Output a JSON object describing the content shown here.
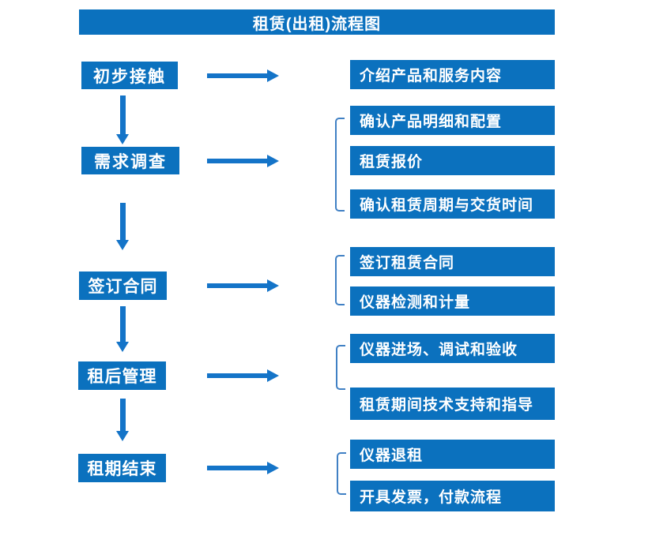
{
  "title": "租赁(出租)流程图",
  "colors": {
    "box": "#0B71BE",
    "arrow": "#1474C8",
    "bracket": "#4080C4",
    "text": "#FFFFFF",
    "background": "#FFFFFF"
  },
  "steps": [
    {
      "label": "初步接触",
      "details": [
        "介绍产品和服务内容"
      ]
    },
    {
      "label": "需求调查",
      "details": [
        "确认产品明细和配置",
        "租赁报价",
        "确认租赁周期与交货时间"
      ]
    },
    {
      "label": "签订合同",
      "details": [
        "签订租赁合同",
        "仪器检测和计量"
      ]
    },
    {
      "label": "租后管理",
      "details": [
        "仪器进场、调试和验收",
        "租赁期间技术支持和指导"
      ]
    },
    {
      "label": "租期结束",
      "details": [
        "仪器退租",
        "开具发票，付款流程"
      ]
    }
  ]
}
